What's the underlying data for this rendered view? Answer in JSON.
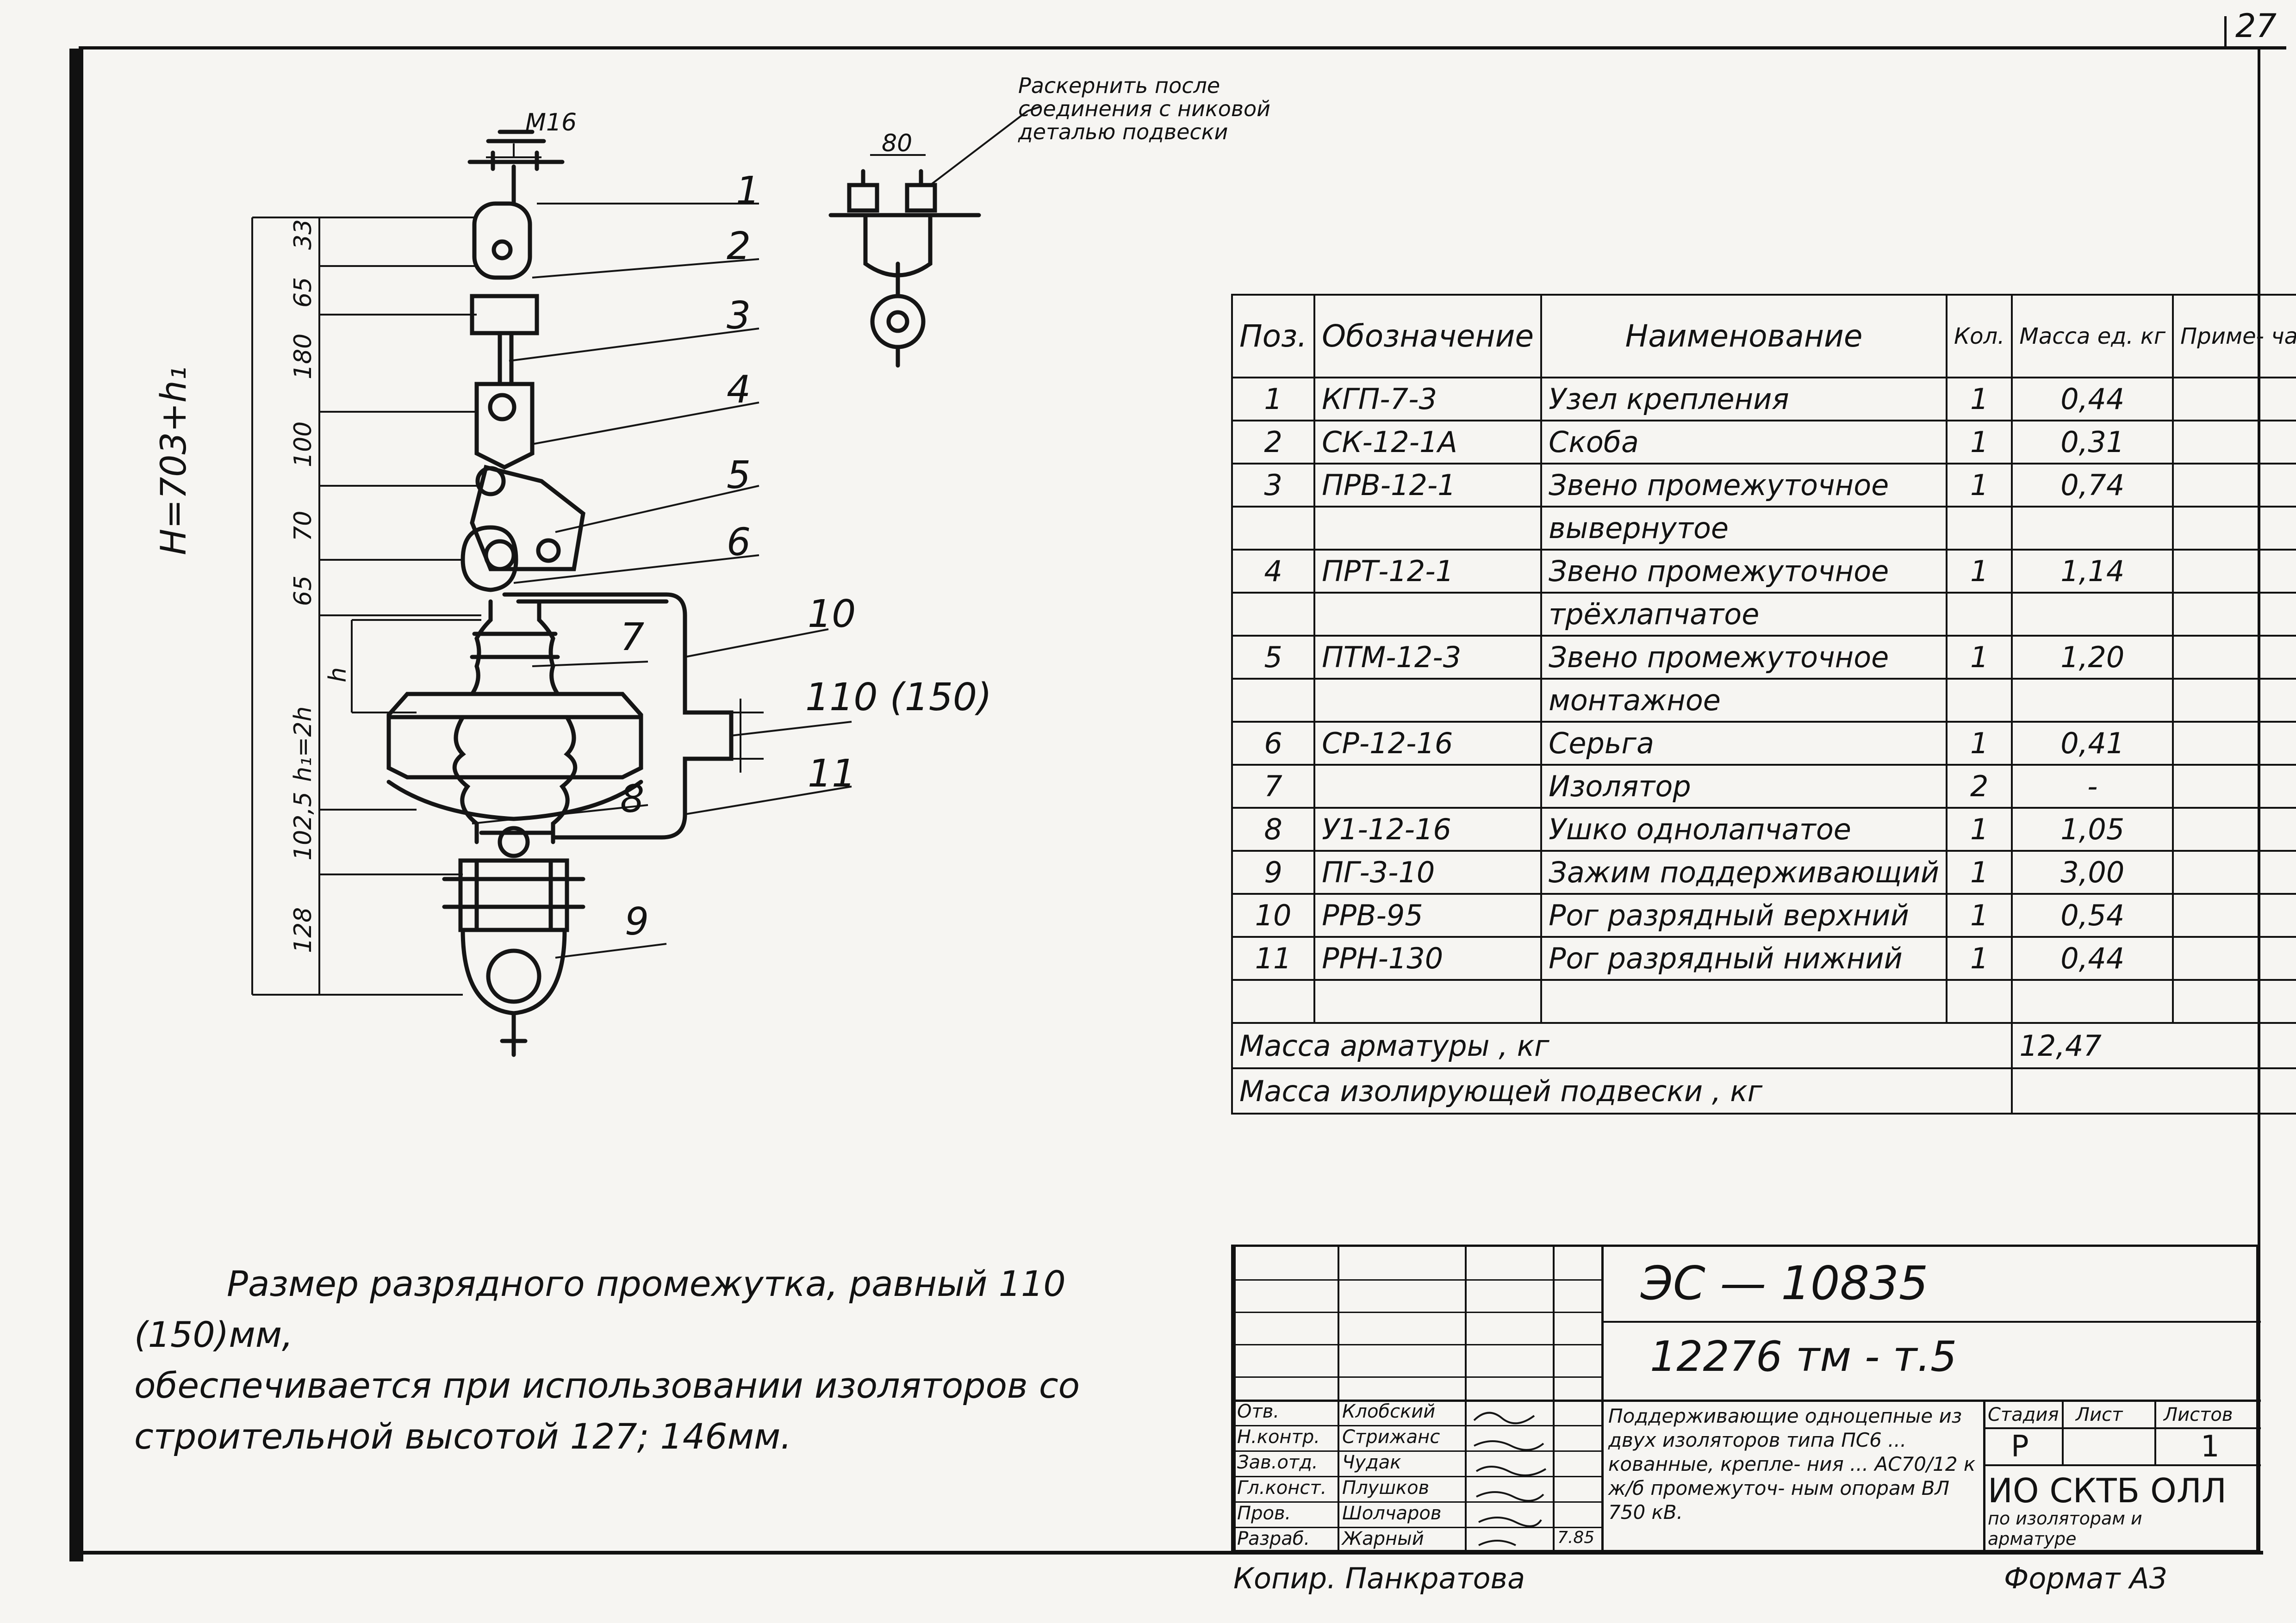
{
  "sheet_number": "27",
  "drawing": {
    "callouts": [
      "1",
      "2",
      "3",
      "4",
      "5",
      "6",
      "7",
      "8",
      "9",
      "10",
      "11"
    ],
    "dim_thread": "М16",
    "dim_width": "80",
    "dim_gap": "110 (150)",
    "dim_total": "H=703+h₁",
    "dim_segments": [
      "33",
      "65",
      "180",
      "100",
      "70",
      "65",
      "102,5",
      "128"
    ],
    "dim_h": "h",
    "dim_h1": "h₁=2h",
    "note_top": "Раскернить после соединения с никовой деталью подвески"
  },
  "table": {
    "headers": {
      "pos": "Поз.",
      "designation": "Обозначение",
      "name": "Наименование",
      "qty": "Кол.",
      "mass": "Масса ед. кг",
      "note": "Приме- чание"
    },
    "rows": [
      {
        "pos": "1",
        "des": "КГП-7-3",
        "name": "Узел крепления",
        "qty": "1",
        "mass": "0,44",
        "note": ""
      },
      {
        "pos": "2",
        "des": "СК-12-1А",
        "name": "Скоба",
        "qty": "1",
        "mass": "0,31",
        "note": ""
      },
      {
        "pos": "3",
        "des": "ПРВ-12-1",
        "name": "Звено промежуточное",
        "qty": "1",
        "mass": "0,74",
        "note": ""
      },
      {
        "pos": "",
        "des": "",
        "name": "вывернутое",
        "qty": "",
        "mass": "",
        "note": ""
      },
      {
        "pos": "4",
        "des": "ПРТ-12-1",
        "name": "Звено промежуточное",
        "qty": "1",
        "mass": "1,14",
        "note": ""
      },
      {
        "pos": "",
        "des": "",
        "name": "трёхлапчатое",
        "qty": "",
        "mass": "",
        "note": ""
      },
      {
        "pos": "5",
        "des": "ПТМ-12-3",
        "name": "Звено промежуточное",
        "qty": "1",
        "mass": "1,20",
        "note": ""
      },
      {
        "pos": "",
        "des": "",
        "name": "монтажное",
        "qty": "",
        "mass": "",
        "note": ""
      },
      {
        "pos": "6",
        "des": "СР-12-16",
        "name": "Серьга",
        "qty": "1",
        "mass": "0,41",
        "note": ""
      },
      {
        "pos": "7",
        "des": "",
        "name": "Изолятор",
        "qty": "2",
        "mass": "-",
        "note": ""
      },
      {
        "pos": "8",
        "des": "У1-12-16",
        "name": "Ушко однолапчатое",
        "qty": "1",
        "mass": "1,05",
        "note": ""
      },
      {
        "pos": "9",
        "des": "ПГ-3-10",
        "name": "Зажим поддерживающий",
        "qty": "1",
        "mass": "3,00",
        "note": ""
      },
      {
        "pos": "10",
        "des": "РРВ-95",
        "name": "Рог разрядный верхний",
        "qty": "1",
        "mass": "0,54",
        "note": ""
      },
      {
        "pos": "11",
        "des": "РРН-130",
        "name": "Рог разрядный нижний",
        "qty": "1",
        "mass": "0,44",
        "note": ""
      },
      {
        "pos": "",
        "des": "",
        "name": "",
        "qty": "",
        "mass": "",
        "note": ""
      }
    ],
    "mass_fittings_label": "Масса арматуры , кг",
    "mass_fittings_value": "12,47",
    "mass_suspension_label": "Масса изолирующей подвески , кг",
    "mass_suspension_value": ""
  },
  "note": {
    "line1": "Размер разрядного промежутка, равный 110 (150)мм,",
    "line2": "обеспечивается при использовании изоляторов со",
    "line3": "строительной высотой 127; 146мм."
  },
  "title_block": {
    "doc_code": "ЭС — 10835",
    "doc_number": "12276 тм - т.5",
    "roles": [
      "Отв.",
      "Н.контр.",
      "Зав.отд.",
      "Гл.конст.",
      "Пров.",
      "Разраб."
    ],
    "names": [
      "Клобский",
      "Стрижанс",
      "Чудак",
      "Плушков",
      "Шолчаров",
      "Жарный"
    ],
    "dates": [
      "",
      "",
      "",
      "",
      "",
      "7.85"
    ],
    "title": "Поддерживающие одноцепные из двух изоляторов типа ПС6 ... кованные, крепле- ния ... АС70/12 к ж/б промежуточ- ным опорам ВЛ 750 кВ.",
    "stage_label": "Стадия",
    "sheet_label": "Лист",
    "sheets_label": "Листов",
    "stage": "Р",
    "sheet": "",
    "sheets": "1",
    "org1": "ИО СКТБ ОЛЛ",
    "org2": "по изоляторам и арматуре",
    "copier_label": "Копир.",
    "copier_name": "Панкратова",
    "format_label": "Формат А3"
  }
}
